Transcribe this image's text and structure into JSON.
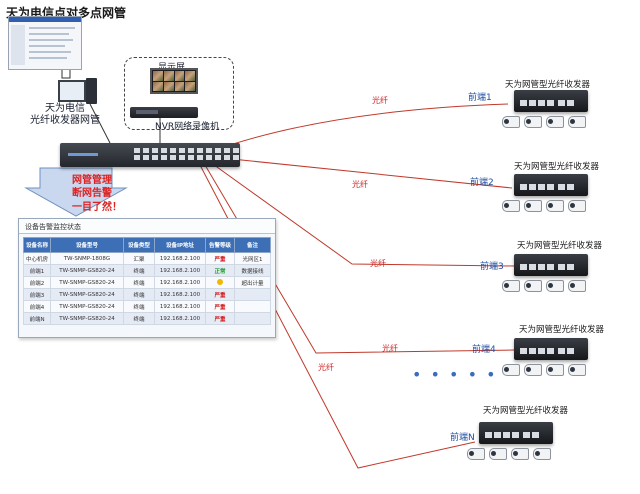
{
  "title": "天为电信点对多点网管",
  "nms_label_line1": "天为电信",
  "nms_label_line2": "光纤收发器网管",
  "display_label": "显示屏",
  "nvr_label": "NVR网络录像机",
  "alert": {
    "line1": "网管管理",
    "line2": "断网告警",
    "line3": "一目了然！"
  },
  "panel": {
    "title": "设备告警监控状态",
    "headers": [
      "设备名称",
      "设备型号",
      "设备类型",
      "设备IP地址",
      "告警等级",
      "备注"
    ],
    "rows": [
      {
        "name": "中心机房",
        "model": "TW-SNMP-1808G",
        "type": "汇聚",
        "ip": "192.168.2.100",
        "level": "严重",
        "level_kind": "bad",
        "note": "光网区1"
      },
      {
        "name": "前端1",
        "model": "TW-SNMP-GS820-24",
        "type": "终端",
        "ip": "192.168.2.100",
        "level": "正常",
        "level_kind": "ok",
        "note": "数据接线"
      },
      {
        "name": "前端2",
        "model": "TW-SNMP-GS820-24",
        "type": "终端",
        "ip": "192.168.2.100",
        "level": "",
        "level_kind": "warn",
        "note": "超出计量"
      },
      {
        "name": "前端3",
        "model": "TW-SNMP-GS820-24",
        "type": "终端",
        "ip": "192.168.2.100",
        "level": "严重",
        "level_kind": "bad",
        "note": ""
      },
      {
        "name": "前端4",
        "model": "TW-SNMP-GS820-24",
        "type": "终端",
        "ip": "192.168.2.100",
        "level": "严重",
        "level_kind": "bad",
        "note": ""
      },
      {
        "name": "前端N",
        "model": "TW-SNMP-GS820-24",
        "type": "终端",
        "ip": "192.168.2.100",
        "level": "严重",
        "level_kind": "bad",
        "note": ""
      }
    ]
  },
  "devices": [
    {
      "label": "天为网管型光纤收发器",
      "port": "前端1",
      "fiber": "光纤"
    },
    {
      "label": "天为网管型光纤收发器",
      "port": "前端2",
      "fiber": "光纤"
    },
    {
      "label": "天为网管型光纤收发器",
      "port": "前端3",
      "fiber": "光纤"
    },
    {
      "label": "天为网管型光纤收发器",
      "port": "前端4",
      "fiber": "光纤"
    },
    {
      "label": "天为网管型光纤收发器",
      "port": "前端N",
      "fiber": "光纤"
    }
  ],
  "ellipsis": "• • • • •",
  "colors": {
    "fiber_line": "#c0392b",
    "port_text": "#1f4fa0",
    "alarm_red": "#d01818",
    "ok_green": "#1d9a2a",
    "header_blue": "#3d6fb6",
    "alert_arrow": "#c9d8ef"
  }
}
